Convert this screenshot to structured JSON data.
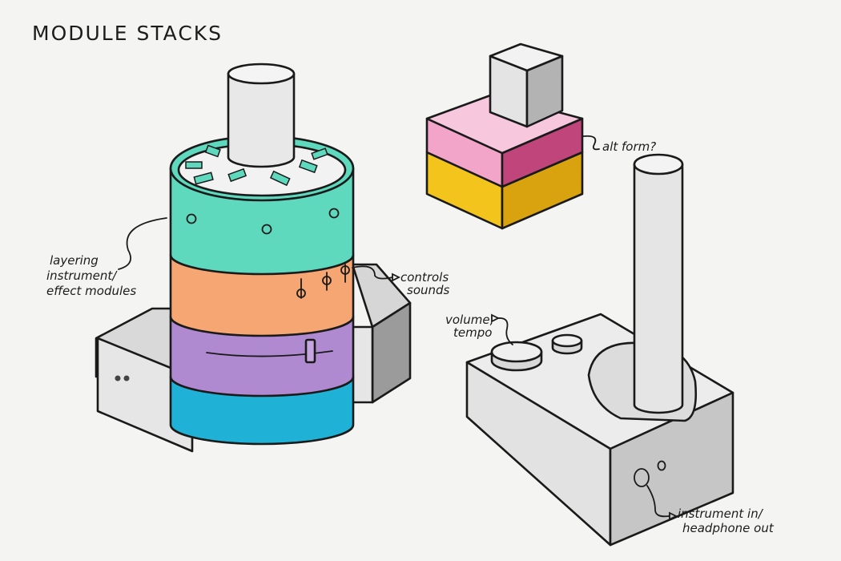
{
  "title": "MODULE STACKS",
  "annotations": {
    "layering": [
      "layering",
      "instrument/",
      "effect modules"
    ],
    "controls": [
      "controls",
      "sounds"
    ],
    "alt_form": "alt form?",
    "volume": [
      "volume,",
      "tempo"
    ],
    "instrument": [
      "instrument in/",
      "headphone out"
    ]
  },
  "colors": {
    "paper": "#f4f4f2",
    "ink": "#1a1a1a",
    "teal": "#5ed9bd",
    "orange": "#f6a672",
    "purple": "#b08ad1",
    "blue": "#1fb2d6",
    "pink": "#f3a5c9",
    "pink_side": "#c0457a",
    "yellow": "#f3c41b",
    "yellow_side": "#d9a30f",
    "gray": "#e2e2e2",
    "gray_dark": "#c8c8c8"
  }
}
